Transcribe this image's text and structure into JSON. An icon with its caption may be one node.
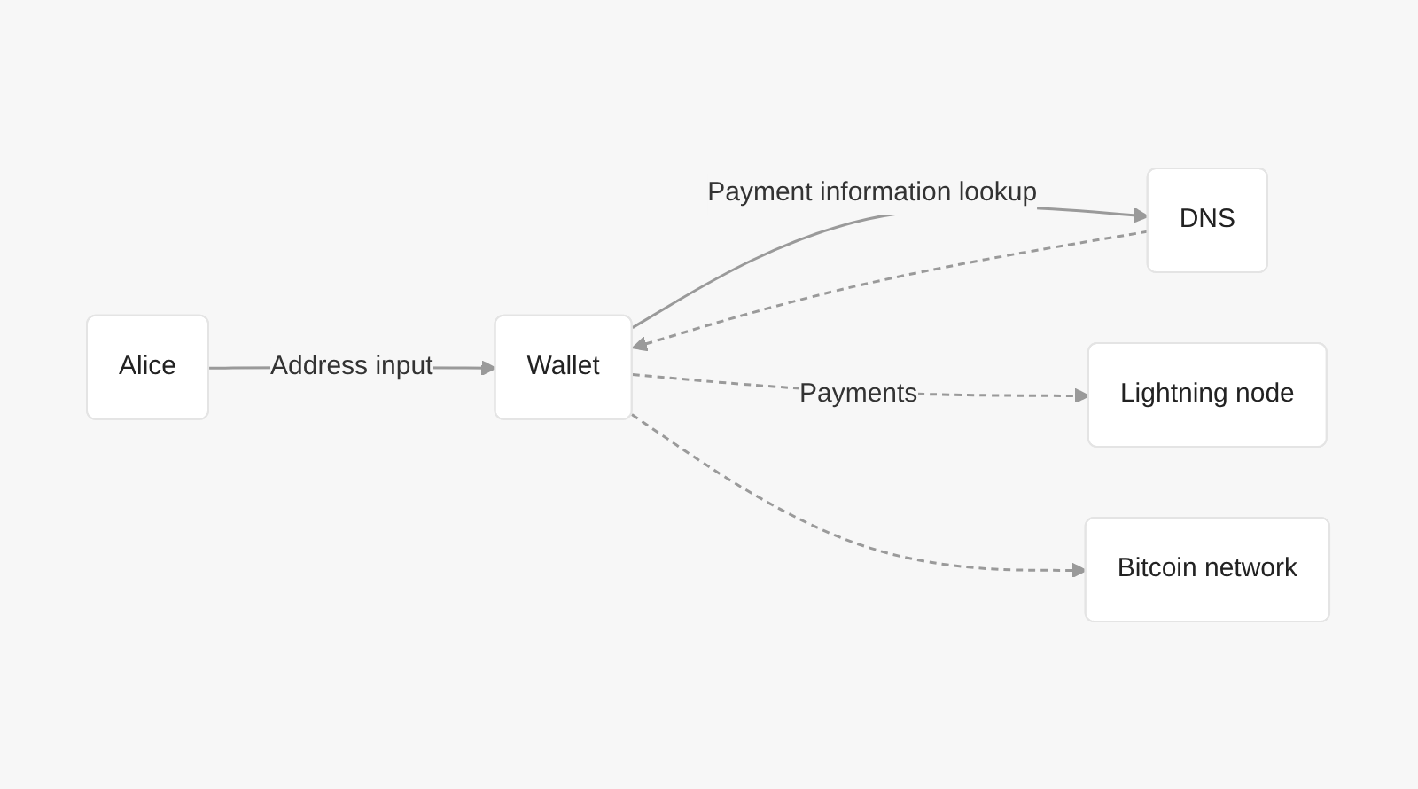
{
  "diagram": {
    "nodes": [
      {
        "text": [
          "Alice"
        ]
      },
      {
        "text": [
          "Wallet"
        ]
      },
      {
        "text": [
          "DNS"
        ]
      },
      {
        "text": [
          "Lightning node"
        ]
      },
      {
        "text": [
          "Bitcoin network"
        ]
      }
    ],
    "edges": [
      {
        "from": 0,
        "to": 1,
        "arrow": "to",
        "label": "Address input"
      },
      {
        "from": 1,
        "to": 2,
        "arrow": "to",
        "label": "Payment information lookup"
      },
      {
        "from": 2,
        "to": 1,
        "arrow": "to",
        "style": "dashed"
      },
      {
        "from": 1,
        "to": 3,
        "arrow": "to",
        "style": "dashed",
        "label": "Payments"
      },
      {
        "from": 1,
        "to": 4,
        "arrow": "to",
        "style": "dashed"
      }
    ]
  }
}
